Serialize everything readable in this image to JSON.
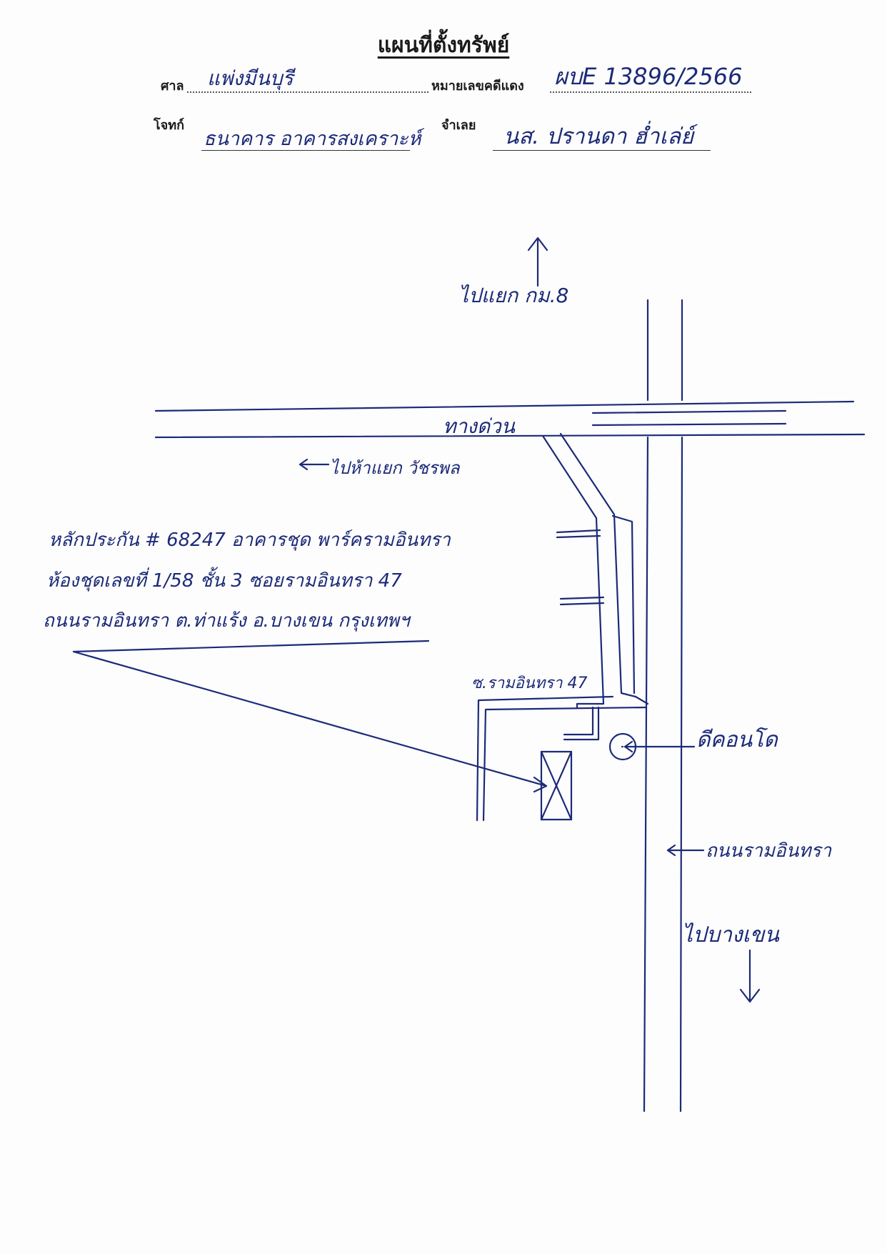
{
  "header": {
    "title": "แผนที่ตั้งทรัพย์",
    "court_label": "ศาล",
    "court_value": "แพ่งมีนบุรี",
    "case_no_label": "หมายเลขคดีแดง",
    "case_no_value": "ผบE 13896/2566",
    "plaintiff_label": "โจทก์",
    "plaintiff_value": "ธนาคาร อาคารสงเคราะห์",
    "defendant_label": "จำเลย",
    "defendant_value": "นส. ปรานดา ฮ่ำเล่ย์"
  },
  "map": {
    "north_label": "ไปแยก กม.8",
    "expressway_label": "ทางด่วน",
    "west_label": "ไปห้าแยก วัชรพล",
    "property_note_line1": "หลักประกัน # 68247 อาคารชุด พาร์ครามอินทรา",
    "property_note_line2": "ห้องชุดเลขที่ 1/58 ชั้น 3 ซอยรามอินทรา 47",
    "property_note_line3": "ถนนรามอินทรา ต.ท่าแร้ง อ.บางเขน กรุงเทพฯ",
    "soi_label": "ซ.รามอินทรา 47",
    "landmark_label": "ดีคอนโด",
    "main_road_label": "ถนนรามอินทรา",
    "south_label": "ไปบางเขน"
  },
  "colors": {
    "ink": "#1c2a78",
    "print": "#1a1a1a"
  }
}
